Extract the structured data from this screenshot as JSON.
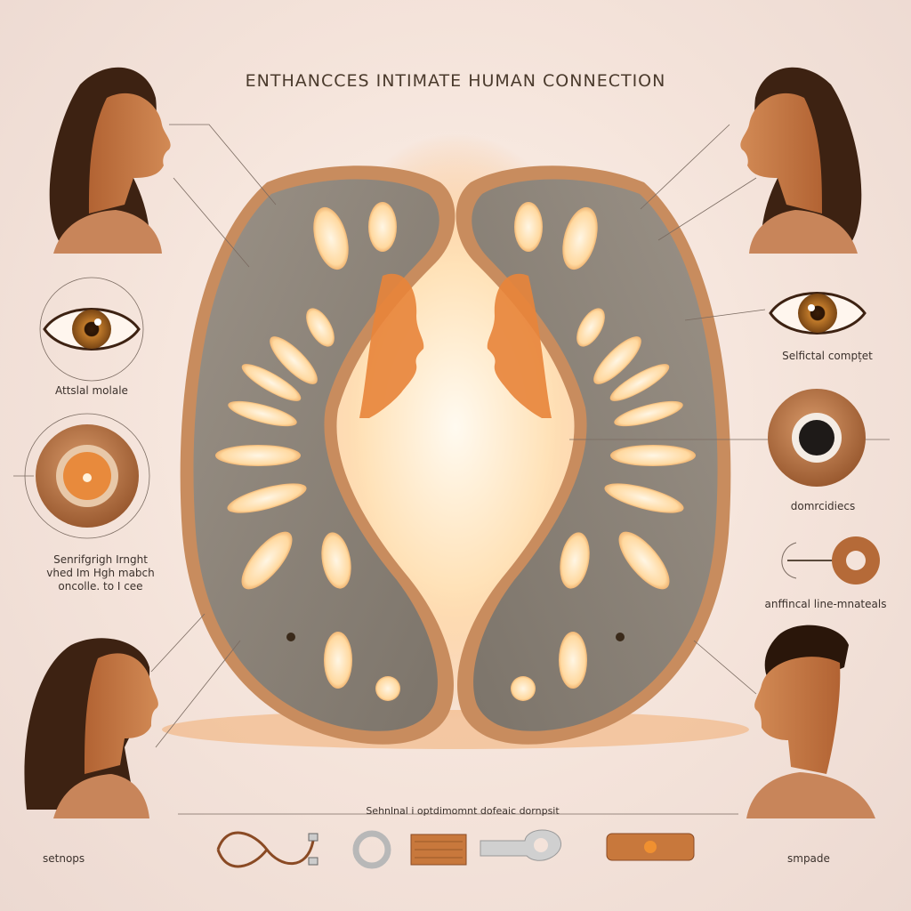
{
  "title": "ENTHANCCES INTIMATE HUMAN CONNECTION",
  "labels": {
    "left_eye_label": "Attslal molale",
    "left_component_label": "Senrifgrigh Irnght\nvhed Im Hgh mabch\noncolle. to I cee",
    "right_eye_label": "Selfictal compțet",
    "right_component_label": "domrcidiecs",
    "right_ring_label": "anffincal line-mnateals",
    "bottom_left_label": "setnops",
    "bottom_right_label": "smpade",
    "bottom_center_label": "Sehnlnal i optdimomnt dofeaic dornpsit"
  },
  "colors": {
    "background": "#f4e3da",
    "pad_fill": "#8e857a",
    "pad_rim": "#c58a5a",
    "glow": "#ff9a3c",
    "skin": "#b86b3c",
    "hair": "#3d2212"
  },
  "icons": [
    "woman-profile-icon",
    "eye-icon",
    "lens-component-icon",
    "ring-component-icon",
    "cable-icon",
    "connector-strip-icon",
    "bracket-icon",
    "button-icon"
  ]
}
